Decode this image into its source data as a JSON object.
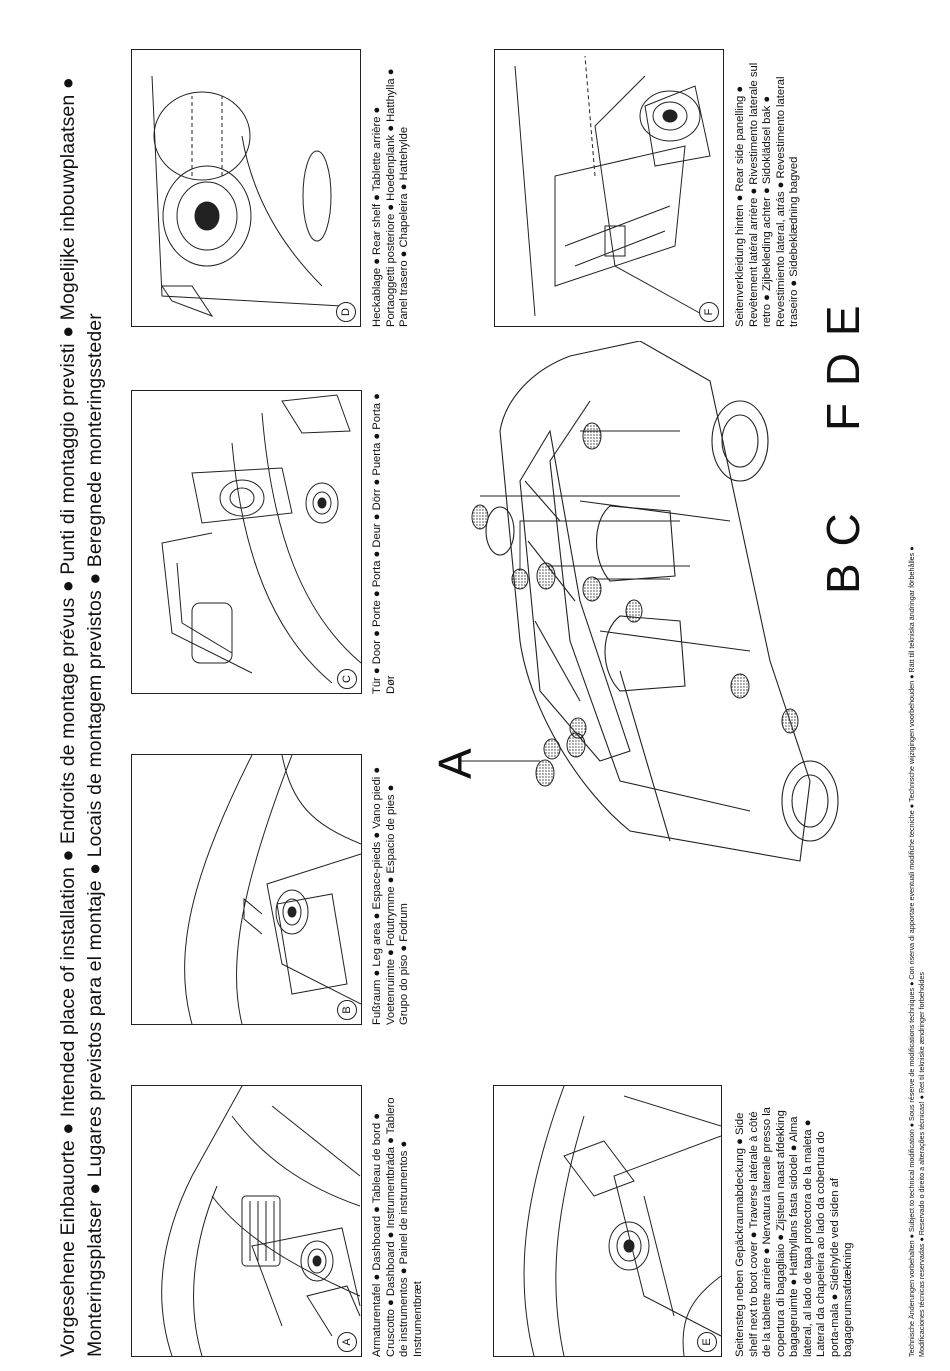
{
  "title": {
    "line1": "Vorgesehene Einbauorte ● Intended place of installation ● Endroits de montage prévus ● Punti di montaggio previsti ● Mogelijke inbouwplaatsen ●",
    "line2": "Monteringsplatser ● Lugares previstos para el montaje ● Locais de montagem previstos ● Beregnede monteringssteder"
  },
  "panels": {
    "A": {
      "letter": "A",
      "caption": "Armaturentafel ● Dashboard ● Tableau de bord ● Cruscotto ● Dashboard ● Instrumentbräda ● Tablero de instrumentos ● Painel de instrumentos ● Instrumentbræt"
    },
    "B": {
      "letter": "B",
      "caption": "Fußraum ● Leg area ● Espace-pieds ● Vano piedi ● Voetenruimte ● Fotutrymme ● Espacio de pies ● Grupo do piso ● Fodrum"
    },
    "C": {
      "letter": "C",
      "caption": "Tür ● Door ● Porte ● Porta ● Deur ● Dörr ● Puerta ● Porta ● Dør"
    },
    "D": {
      "letter": "D",
      "caption": "Heckablage ● Rear shelf ● Tablette arrière ● Portaoggetti posteriore ● Hoedenplank ● Hatthylla ● Panel trasero ● Chapeleira ● Hattehylde"
    },
    "E": {
      "letter": "E",
      "caption": "Seitensteg neben Gepäckraumabdeckung ● Side shelf next to boot cover ● Traverse latérale à côté de la tablette arrière ● Nervatura laterale presso la copertura di bagagliaio ● Zijsteun naast afdekking bagageruimte ● Hatthyllans fasta sidodel ● Alma lateral, al lado de tapa protectora de la maleta ● Lateral da chapeleira ao lado da cobertura do porta-mala ● Sidehylde ved siden af bagagerumsafdækning"
    },
    "F": {
      "letter": "F",
      "caption": "Seitenverkleidung hinten ● Rear side panelling ● Revêtement latéral arrière ● Rivestimento laterale sul retro ● Zijbekleding achter ● Sidoklädsel bak ● Revestimiento lateral, atrás ● Revestimento lateral traseiro ● Sidebeklædning bagved"
    }
  },
  "car_callouts": {
    "a": "A",
    "bc": "B C",
    "fde": "F  D E"
  },
  "footer": {
    "line1": "Technische Änderungen vorbehalten ● Subject to technical modification ● Sous réserve de modifications techniques ● Con riserva di apportare eventuali modifiche tecniche ● Technische wijzigingen voorbehouden ● Rätt till tekniska ändringar förbehålles ●",
    "line2": "Modificaciones técnicas reservadas ● Reservado o direito a alterações técnicas! ●  Ret til tekniske ændringer forbeholdes"
  }
}
